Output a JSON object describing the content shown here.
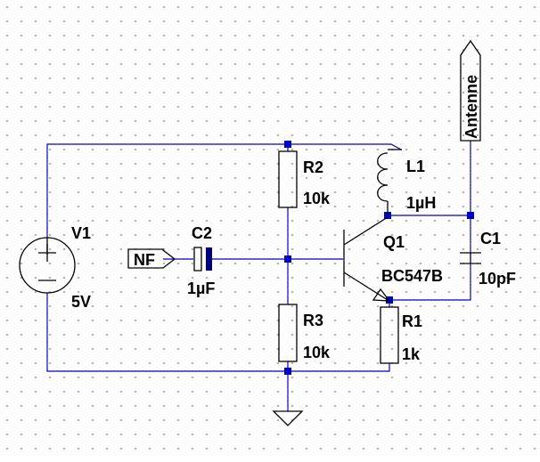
{
  "components": {
    "v1": {
      "ref": "V1",
      "value": "5V"
    },
    "r1": {
      "ref": "R1",
      "value": "1k"
    },
    "r2": {
      "ref": "R2",
      "value": "10k"
    },
    "r3": {
      "ref": "R3",
      "value": "10k"
    },
    "c1": {
      "ref": "C1",
      "value": "10pF"
    },
    "c2": {
      "ref": "C2",
      "value": "1µF"
    },
    "l1": {
      "ref": "L1",
      "value": "1µH"
    },
    "q1": {
      "ref": "Q1",
      "value": "BC547B"
    }
  },
  "net_labels": {
    "input": "NF",
    "antenna": "Antenne"
  },
  "colors": {
    "wire": "#0000c8",
    "component": "#000000",
    "grid_dot": "#9a9a9a",
    "background": "#ffffff"
  }
}
